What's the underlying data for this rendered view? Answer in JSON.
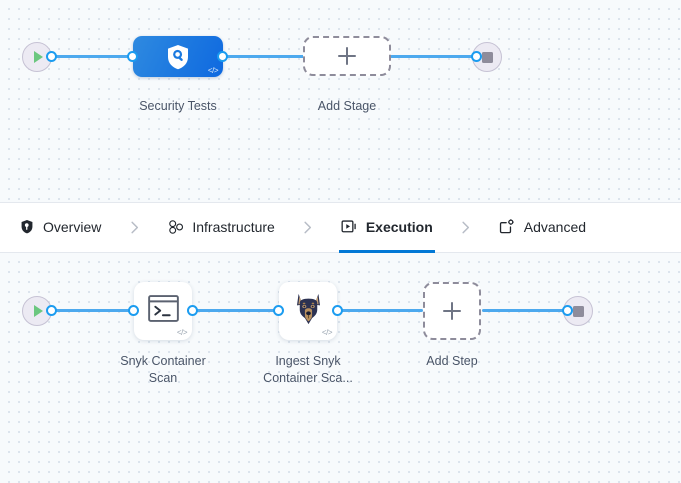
{
  "theme": {
    "canvas_bg": "#f7fafc",
    "grid_dot": "#d3dde8",
    "edge": "#4da9ee",
    "port_ring": "#1b9cf0",
    "stage_gradient_from": "#2f8ae0",
    "stage_gradient_to": "#0f69e0",
    "active_tab_underline": "#0278d5",
    "terminal_bg": "#eceaf3",
    "play_green": "#6bc77f",
    "stop_gray": "#8e8c9b",
    "label_text": "#4a5568",
    "tab_text": "#22272e",
    "dashed_border": "#8e8c9b"
  },
  "stage_canvas": {
    "name": "stage-pipeline-canvas",
    "start_node": {
      "icon": "play-icon",
      "label": "Start"
    },
    "end_node": {
      "icon": "stop-icon",
      "label": "End"
    },
    "stages": [
      {
        "label": "Security Tests",
        "icon": "shield-search-icon",
        "badge": "</>",
        "selected": true
      }
    ],
    "add_stage": {
      "label": "Add Stage",
      "icon": "plus-icon"
    }
  },
  "tabs": {
    "name": "pipeline-stage-tabs",
    "separator_icon": "chevron-right-icon",
    "items": [
      {
        "label": "Overview",
        "icon": "shield-icon",
        "active": false
      },
      {
        "label": "Infrastructure",
        "icon": "infrastructure-nodes-icon",
        "active": false
      },
      {
        "label": "Execution",
        "icon": "execution-play-box-icon",
        "active": true
      },
      {
        "label": "Advanced",
        "icon": "advanced-settings-box-icon",
        "active": false
      }
    ]
  },
  "step_canvas": {
    "name": "execution-steps-canvas",
    "start_node": {
      "icon": "play-icon",
      "label": "Start"
    },
    "end_node": {
      "icon": "stop-icon",
      "label": "End"
    },
    "steps": [
      {
        "label_line1": "Snyk Container",
        "label_line2": "Scan",
        "icon": "terminal-run-icon",
        "badge": "</>"
      },
      {
        "label_line1": "Ingest Snyk",
        "label_line2": "Container Sca...",
        "icon": "doberman-dog-icon",
        "badge": "</>"
      }
    ],
    "add_step": {
      "label": "Add Step",
      "icon": "plus-icon"
    }
  }
}
